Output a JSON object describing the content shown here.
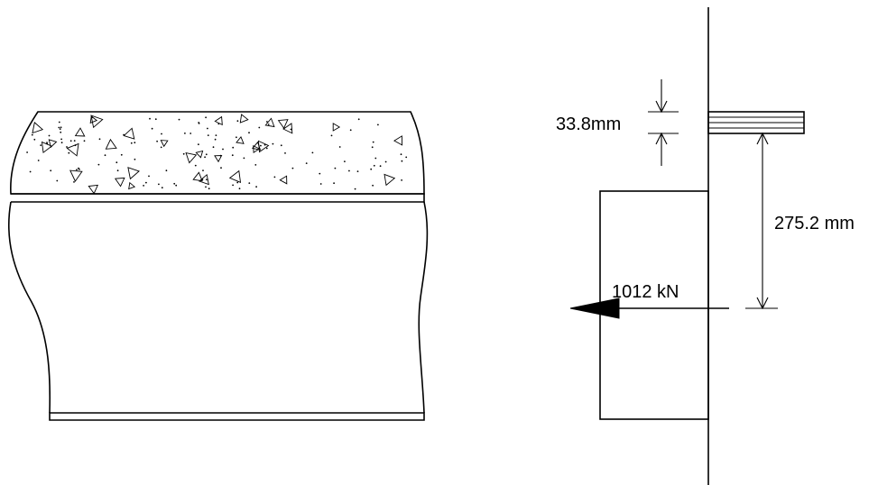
{
  "labels": {
    "slab_thickness": "33.8mm",
    "lever_arm": "275.2 mm",
    "force": "1012 kN"
  }
}
